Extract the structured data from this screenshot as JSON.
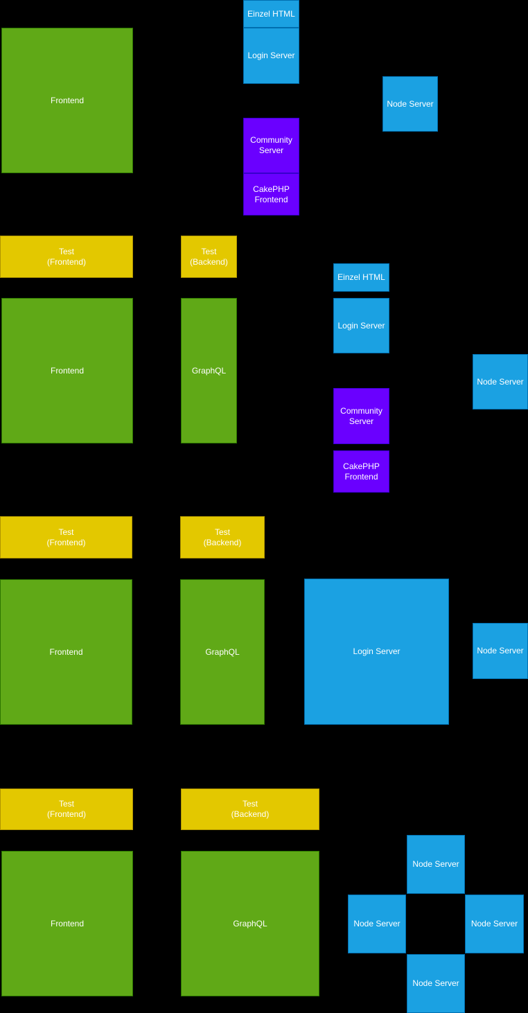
{
  "diagram": {
    "background_color": "#000000",
    "text_color": "#ffffff",
    "palette": {
      "green": {
        "fill": "#60a917",
        "stroke": "#2d7600"
      },
      "blue": {
        "fill": "#1ba1e2",
        "stroke": "#006eaf"
      },
      "purple": {
        "fill": "#6a00ff",
        "stroke": "#3700cc"
      },
      "yellow": {
        "fill": "#e3c800",
        "stroke": "#b09500"
      }
    },
    "nodes": [
      {
        "label": "Frontend",
        "type": "green"
      },
      {
        "label": "Einzel HTML",
        "type": "blue"
      },
      {
        "label": "Login Server",
        "type": "blue"
      },
      {
        "label": "Node Server",
        "type": "blue"
      },
      {
        "label": "Community\nServer",
        "type": "purple"
      },
      {
        "label": "CakePHP\nFrontend",
        "type": "purple"
      },
      {
        "label": "Test\n(Frontend)",
        "type": "yellow"
      },
      {
        "label": "Test\n(Backend)",
        "type": "yellow"
      },
      {
        "label": "Frontend",
        "type": "green"
      },
      {
        "label": "GraphQL",
        "type": "green"
      },
      {
        "label": "Einzel HTML",
        "type": "blue"
      },
      {
        "label": "Login Server",
        "type": "blue"
      },
      {
        "label": "Node Server",
        "type": "blue"
      },
      {
        "label": "Community\nServer",
        "type": "purple"
      },
      {
        "label": "CakePHP\nFrontend",
        "type": "purple"
      },
      {
        "label": "Test\n(Frontend)",
        "type": "yellow"
      },
      {
        "label": "Test\n(Backend)",
        "type": "yellow"
      },
      {
        "label": "Frontend",
        "type": "green"
      },
      {
        "label": "GraphQL",
        "type": "green"
      },
      {
        "label": "Login Server",
        "type": "blue"
      },
      {
        "label": "Node Server",
        "type": "blue"
      },
      {
        "label": "Test\n(Frontend)",
        "type": "yellow"
      },
      {
        "label": "Test\n(Backend)",
        "type": "yellow"
      },
      {
        "label": "Frontend",
        "type": "green"
      },
      {
        "label": "GraphQL",
        "type": "green"
      },
      {
        "label": "Node Server",
        "type": "blue"
      },
      {
        "label": "Node Server",
        "type": "blue"
      },
      {
        "label": "Node Server",
        "type": "blue"
      },
      {
        "label": "Node Server",
        "type": "blue"
      }
    ]
  }
}
